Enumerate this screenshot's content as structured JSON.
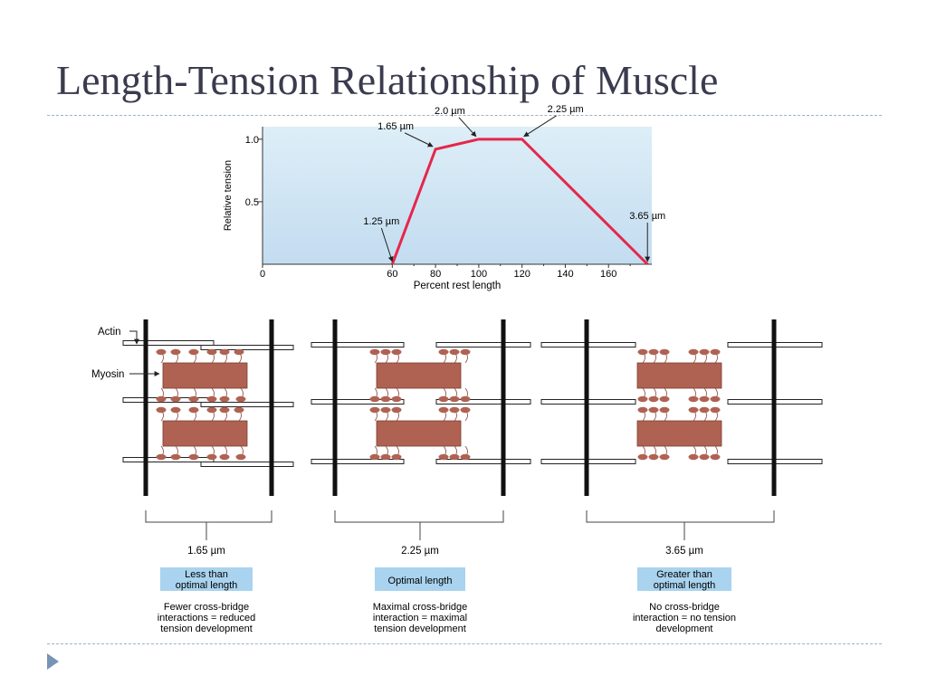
{
  "slide": {
    "title": "Length-Tension Relationship of Muscle"
  },
  "chart_data": {
    "type": "line",
    "xlabel": "Percent rest length",
    "ylabel": "Relative tension",
    "xlim": [
      0,
      180
    ],
    "ylim": [
      0,
      1.1
    ],
    "x_ticks": [
      "0",
      "60",
      "80",
      "100",
      "120",
      "140",
      "160"
    ],
    "y_ticks": [
      "0.5",
      "1.0"
    ],
    "points": [
      {
        "x": 60,
        "y": 0,
        "label": "1.25 µm"
      },
      {
        "x": 80,
        "y": 0.92,
        "label": "1.65 µm"
      },
      {
        "x": 100,
        "y": 1.0,
        "label": "2.0 µm"
      },
      {
        "x": 120,
        "y": 1.0,
        "label": "2.25 µm"
      },
      {
        "x": 178,
        "y": 0,
        "label": "3.65 µm"
      }
    ],
    "line_color": "#e5274b",
    "background_color": "#cfe3f1"
  },
  "diagram": {
    "actin_label": "Actin",
    "myosin_label": "Myosin",
    "myosin_color": "#b06252",
    "panels": [
      {
        "length": "1.65 µm",
        "state": "Less than optimal length",
        "description": "Fewer cross-bridge interactions = reduced tension development"
      },
      {
        "length": "2.25 µm",
        "state": "Optimal length",
        "description": "Maximal cross-bridge interaction = maximal tension development"
      },
      {
        "length": "3.65 µm",
        "state": "Greater than optimal length",
        "description": "No cross-bridge interaction = no tension development"
      }
    ]
  }
}
